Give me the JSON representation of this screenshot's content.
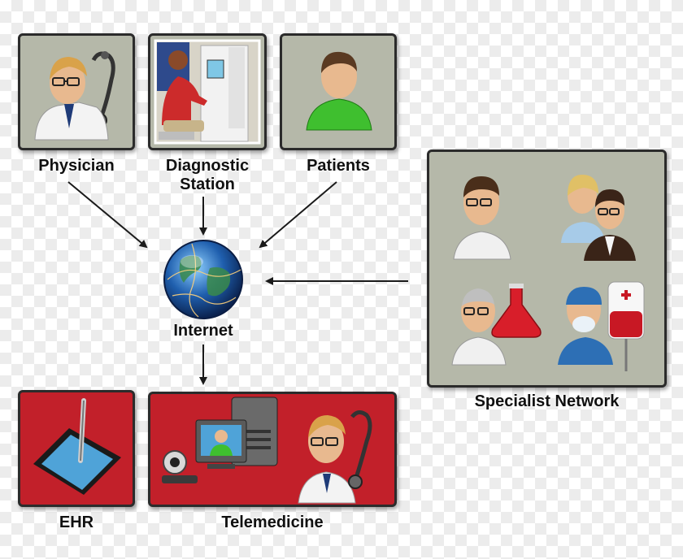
{
  "nodes": {
    "physician": {
      "label": "Physician"
    },
    "diagnostic_station": {
      "label_line1": "Diagnostic",
      "label_line2": "Station"
    },
    "patients": {
      "label": "Patients"
    },
    "internet": {
      "label": "Internet"
    },
    "specialist_network": {
      "label": "Specialist Network"
    },
    "ehr": {
      "label": "EHR"
    },
    "telemedicine": {
      "label": "Telemedicine"
    }
  },
  "edges": [
    {
      "from": "physician",
      "to": "internet"
    },
    {
      "from": "diagnostic_station",
      "to": "internet"
    },
    {
      "from": "patients",
      "to": "internet"
    },
    {
      "from": "specialist_network",
      "to": "internet"
    },
    {
      "from": "internet",
      "to": "telemedicine"
    }
  ],
  "colors": {
    "panel_gray": "#b5b8a9",
    "panel_red": "#c2202a",
    "border": "#2b2b2b",
    "arrow": "#1a1a1a"
  },
  "icons": {
    "physician": "doctor-with-stethoscope-icon",
    "diagnostic_station": "kiosk-photo-icon",
    "patients": "patient-person-icon",
    "internet": "globe-network-icon",
    "ehr": "tablet-stylus-icon",
    "telemedicine": "computer-webcam-doctor-icon"
  }
}
